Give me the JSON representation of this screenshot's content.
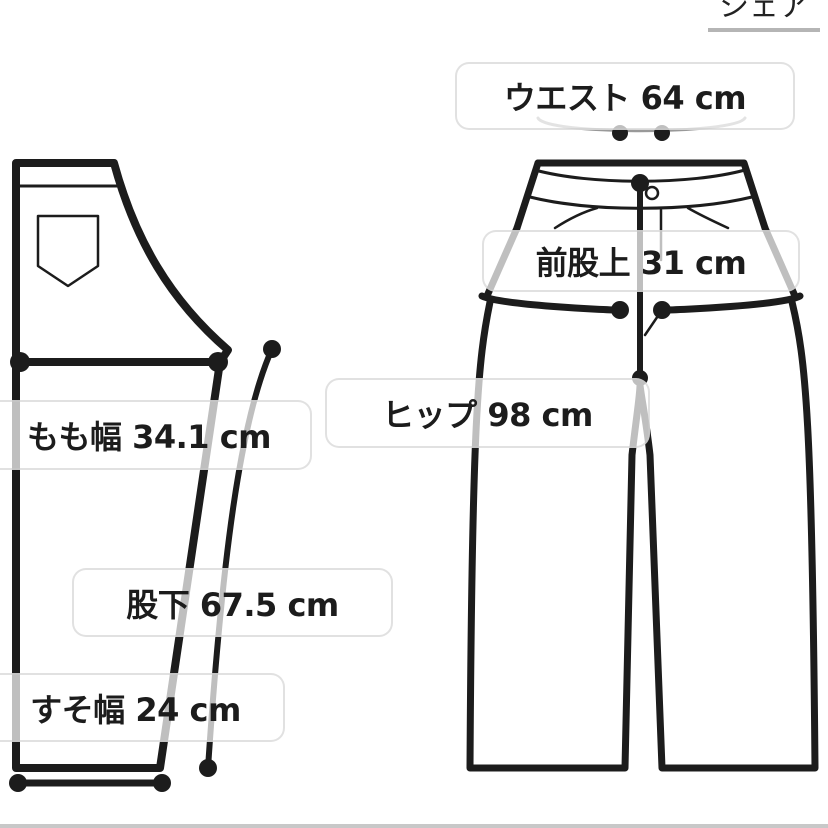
{
  "share_label": "シェア",
  "measurements": {
    "waist": "ウエスト 64 cm",
    "front_rise": "前股上 31 cm",
    "hip": "ヒップ 98 cm",
    "thigh": "もも幅 34.1 cm",
    "inseam": "股下 67.5 cm",
    "hem": "すそ幅 24 cm"
  },
  "colors": {
    "line": "#1c1c1c",
    "label_bg": "#ffffff",
    "divider": "#c8c8c8"
  }
}
